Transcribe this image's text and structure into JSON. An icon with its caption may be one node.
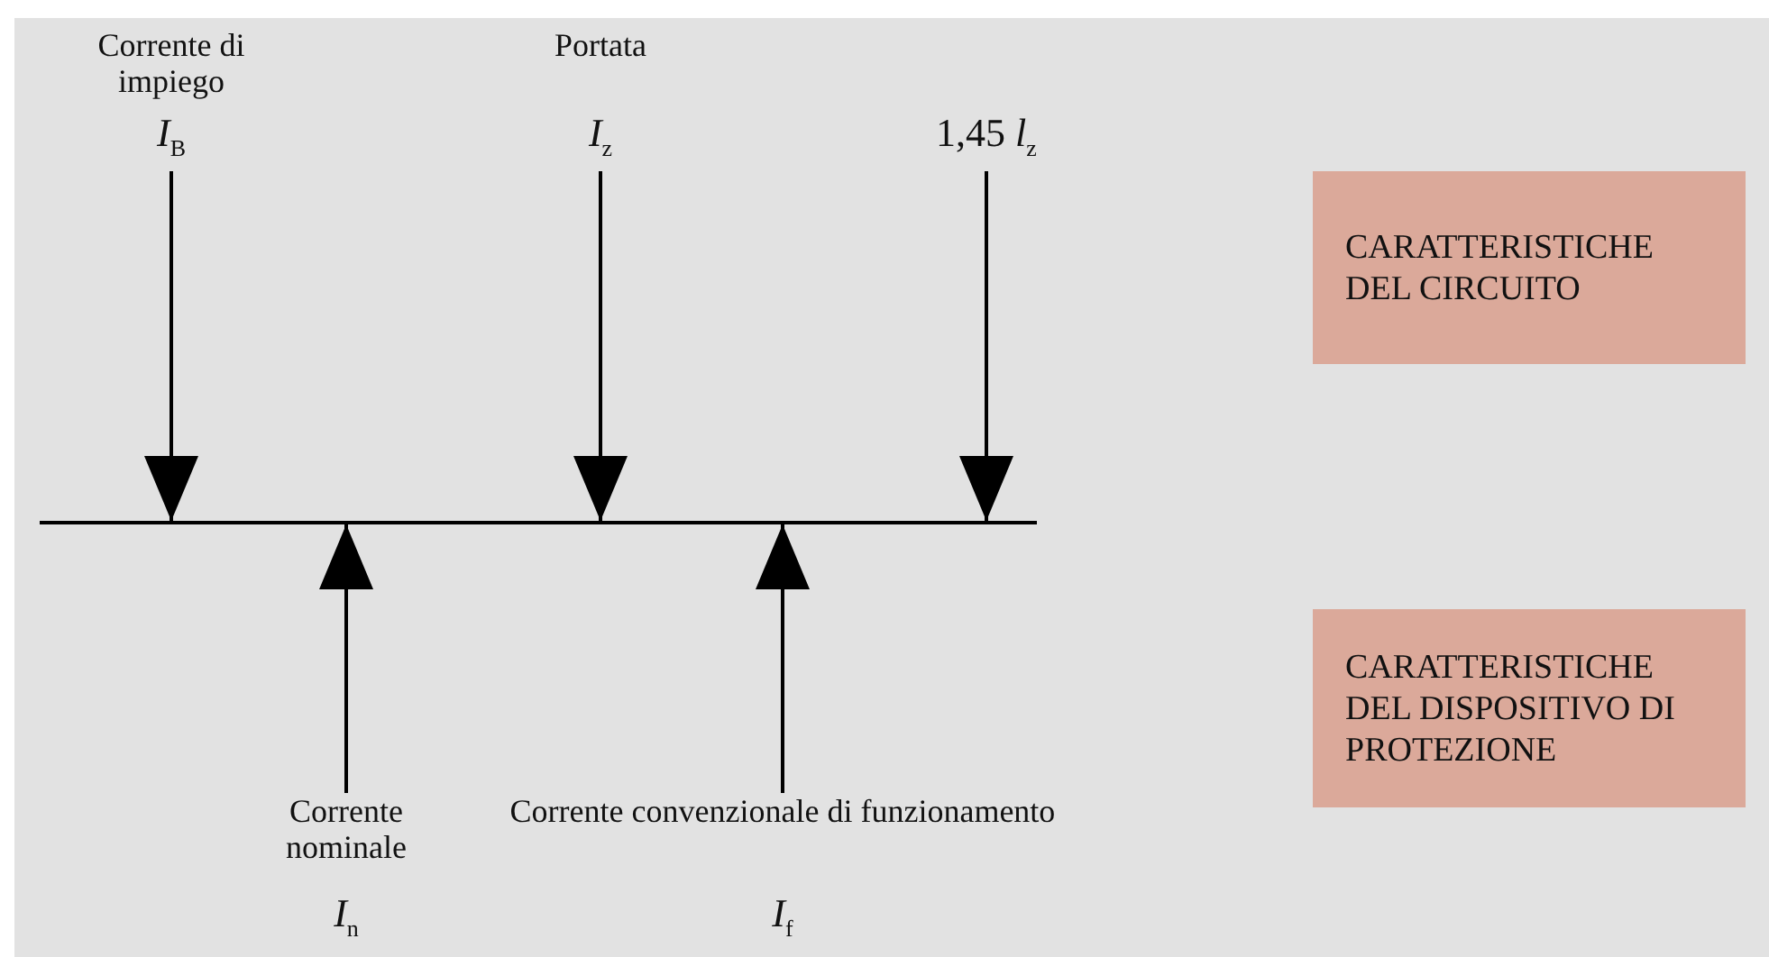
{
  "diagram": {
    "nodes": [
      {
        "text": [
          "Corrente di impiego",
          "*I*$_{B}$"
        ]
      },
      {
        "text": [
          "Portata",
          "*I*$_{z}$"
        ]
      },
      {
        "text": [
          "1,45 *l*$_{z}$"
        ]
      },
      {
        "text": [],
        "shape": "bar"
      },
      {
        "text": [
          "Corrente nominale",
          "*I*$_{n}$"
        ]
      },
      {
        "text": [
          "Corrente convenzionale di funzionamento",
          "*I*$_{f}$"
        ]
      },
      {
        "text": [
          "CARATTERISTICHE DEL CIRCUITO"
        ]
      },
      {
        "text": [
          "CARATTERISTICHE DEL DISPOSITIVO DI PROTEZIONE"
        ]
      }
    ],
    "edges": [
      {
        "from": 0,
        "to": 3,
        "arrow": "to"
      },
      {
        "from": 1,
        "to": 3,
        "arrow": "to"
      },
      {
        "from": 2,
        "to": 3,
        "arrow": "to"
      },
      {
        "from": 4,
        "to": 3,
        "arrow": "to"
      },
      {
        "from": 5,
        "to": 3,
        "arrow": "to"
      }
    ]
  }
}
